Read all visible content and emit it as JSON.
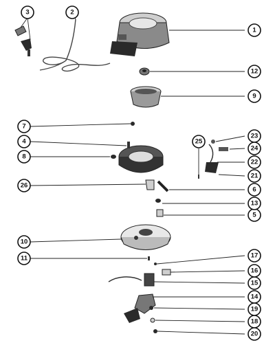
{
  "callouts": [
    {
      "label": "1"
    },
    {
      "label": "2"
    },
    {
      "label": "3"
    },
    {
      "label": "4"
    },
    {
      "label": "5"
    },
    {
      "label": "6"
    },
    {
      "label": "7"
    },
    {
      "label": "8"
    },
    {
      "label": "9"
    },
    {
      "label": "10"
    },
    {
      "label": "11"
    },
    {
      "label": "12"
    },
    {
      "label": "13"
    },
    {
      "label": "14"
    },
    {
      "label": "15"
    },
    {
      "label": "16"
    },
    {
      "label": "17"
    },
    {
      "label": "18"
    },
    {
      "label": "19"
    },
    {
      "label": "20"
    },
    {
      "label": "21"
    },
    {
      "label": "22"
    },
    {
      "label": "23"
    },
    {
      "label": "24"
    },
    {
      "label": "25"
    },
    {
      "label": "26"
    }
  ]
}
